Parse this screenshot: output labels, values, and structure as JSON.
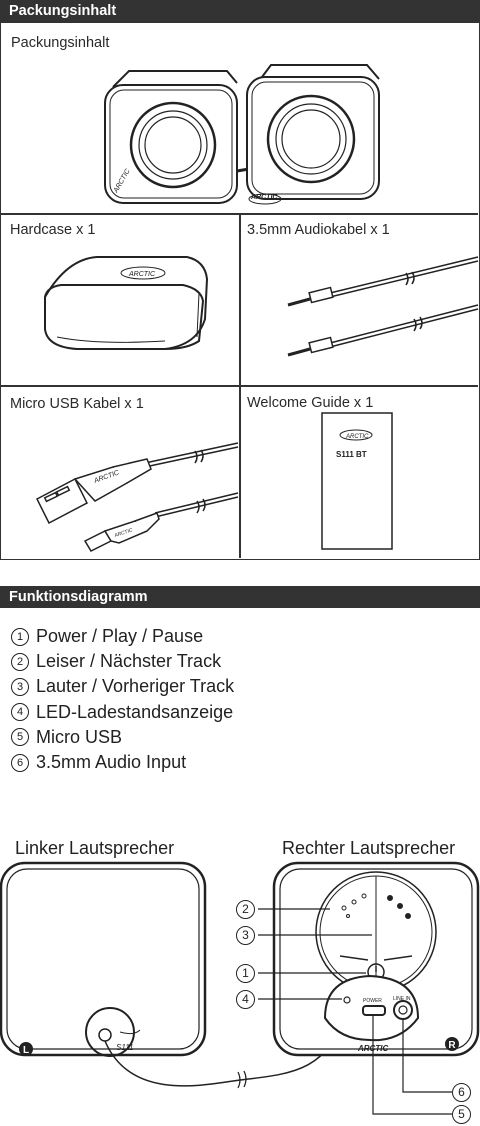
{
  "section_contents": {
    "header": "Packungsinhalt",
    "speakers_label": "Packungsinhalt",
    "hardcase_label": "Hardcase x 1",
    "audio_cable_label": "3.5mm Audiokabel x 1",
    "usb_cable_label": "Micro USB Kabel x 1",
    "welcome_guide_label": "Welcome Guide x 1",
    "brand": "ARCTIC",
    "guide_model": "S111 BT"
  },
  "section_function": {
    "header": "Funktionsdiagramm",
    "items": [
      {
        "num": "1",
        "text": "Power / Play / Pause"
      },
      {
        "num": "2",
        "text": "Leiser / Nächster Track"
      },
      {
        "num": "3",
        "text": "Lauter / Vorheriger Track"
      },
      {
        "num": "4",
        "text": "LED-Ladestandsanzeige"
      },
      {
        "num": "5",
        "text": "Micro USB"
      },
      {
        "num": "6",
        "text": "3.5mm Audio Input"
      }
    ]
  },
  "diagram": {
    "left_title": "Linker Lautsprecher",
    "right_title": "Rechter Lautsprecher",
    "left_badge": "L",
    "right_badge": "R",
    "left_model": "S111",
    "power_label": "POWER",
    "line_in_label": "LINE IN",
    "brand": "ARCTIC",
    "callouts": [
      "2",
      "3",
      "1",
      "4",
      "6",
      "5"
    ]
  }
}
